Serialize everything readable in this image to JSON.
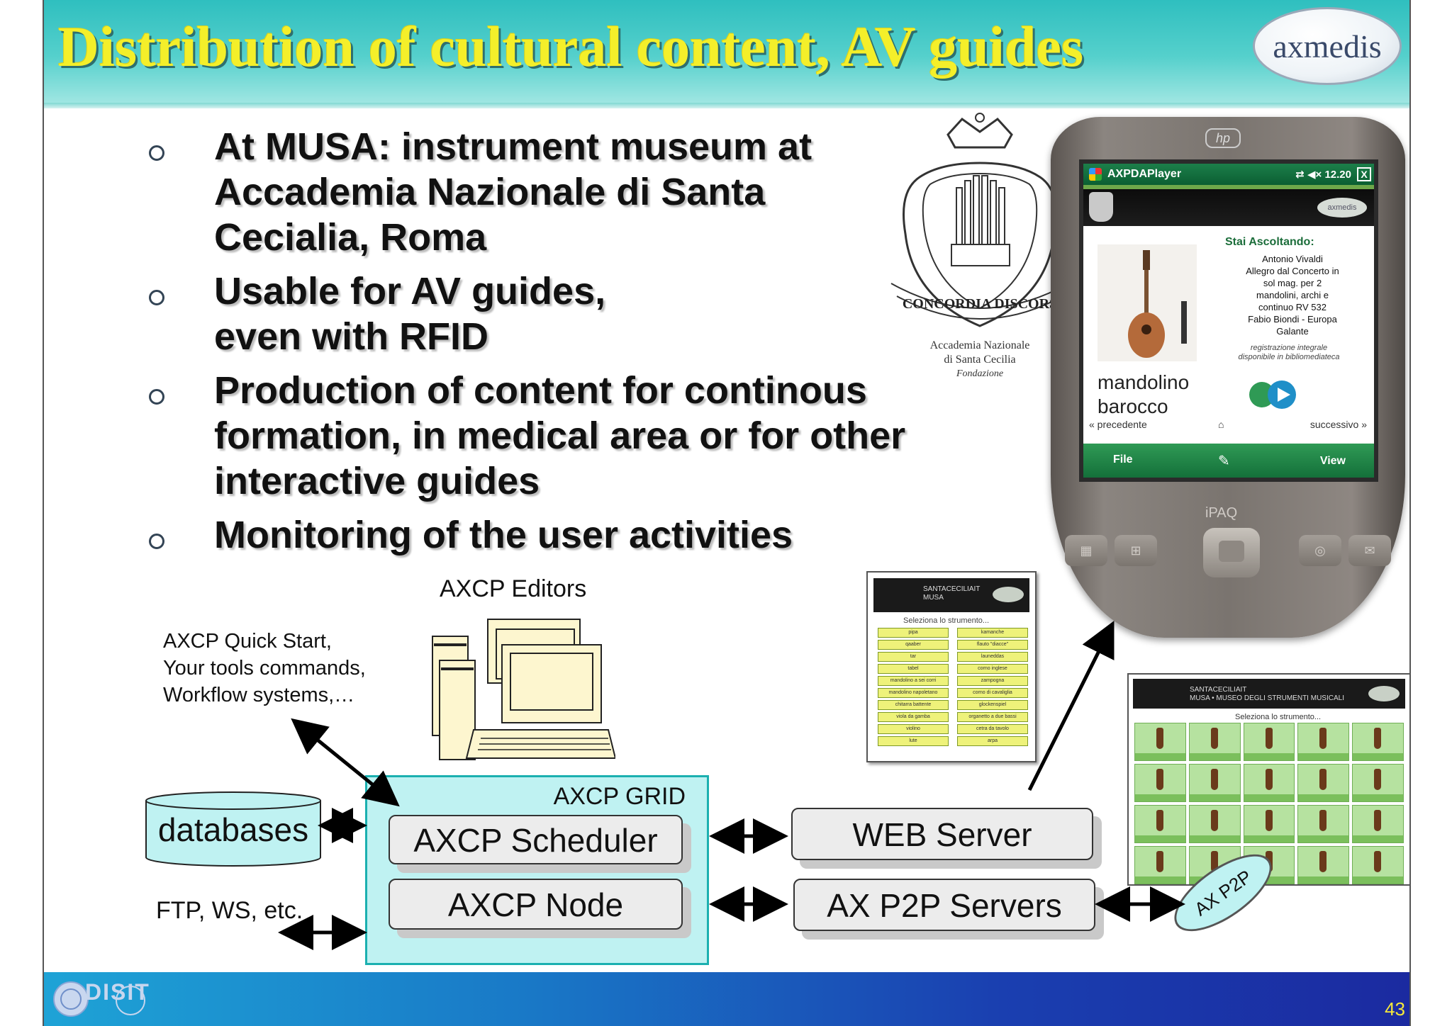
{
  "slide": {
    "title": "Distribution of cultural content, AV guides",
    "logo_text": "axmedis",
    "page_number": "43"
  },
  "bullets": [
    "At MUSA: instrument museum at Accademia Nazionale di Santa Cecialia, Roma",
    "Usable for AV guides, even with RFID",
    "Production of content for continous formation, in medical area or for other interactive guides",
    "Monitoring of the user activities"
  ],
  "academy": {
    "motto": "CONCORDIA DISCORS",
    "name_line1": "Accademia Nazionale",
    "name_line2": "di Santa Cecilia",
    "name_line3": "Fondazione"
  },
  "pda": {
    "brand": "hp",
    "model": "iPAQ",
    "app_title": "AXPDAPlayer",
    "clock": "12.20",
    "close": "X",
    "logo": "axmedis",
    "now_playing_label": "Stai Ascoltando:",
    "track_lines": [
      "Antonio Vivaldi",
      "Allegro dal Concerto in",
      "sol mag. per 2",
      "mandolini, archi e",
      "continuo RV 532",
      "Fabio Biondi - Europa",
      "Galante"
    ],
    "recording_note_1": "registrazione integrale",
    "recording_note_2": "disponibile in bibliomediateca",
    "instrument_line1": "mandolino",
    "instrument_line2": "barocco",
    "prev": "« precedente",
    "next": "successivo »",
    "menu_file": "File",
    "menu_view": "View"
  },
  "screenshot_small": {
    "header_line1": "SANTACECILIAIT",
    "header_line2": "MUSA",
    "select_label": "Seleziona lo strumento...",
    "items": [
      "pipa",
      "kamanche",
      "qaaber",
      "flauto \"diacce\"",
      "tar",
      "launeddas",
      "tabel",
      "corno inglese",
      "mandolino a sei corri",
      "zampogna",
      "mandolino napoletano",
      "corno di cavaliglia",
      "chitarra battente",
      "glockenspiel",
      "viola da gamba",
      "organetto a due bassi",
      "violino",
      "cetra da tavolo",
      "lute",
      "arpa"
    ]
  },
  "screenshot_large": {
    "header_line1": "SANTACECILIAIT",
    "header_line2": "MUSA • MUSEO DEGLI STRUMENTI MUSICALI",
    "select_label": "Seleziona lo strumento..."
  },
  "diagram": {
    "editors_label": "AXCP Editors",
    "quickstart_lines": [
      "AXCP Quick Start,",
      "Your tools commands,",
      "Workflow systems,…"
    ],
    "databases": "databases",
    "ftp_label": "FTP, WS, etc.",
    "grid_title": "AXCP GRID",
    "scheduler": "AXCP Scheduler",
    "node": "AXCP Node",
    "web_server": "WEB Server",
    "p2p_servers": "AX P2P Servers",
    "p2p_cloud": "AX P2P"
  },
  "footer": {
    "org": "DISIT"
  }
}
